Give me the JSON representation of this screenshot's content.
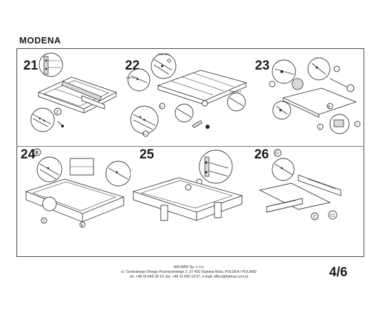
{
  "document": {
    "title": "MODENA",
    "page_number": "4/6"
  },
  "steps": [
    {
      "number": "21",
      "labels": [
        "Z"
      ]
    },
    {
      "number": "22",
      "labels": [
        "Step 22.1",
        "Step 22.2",
        "Step 22.3",
        "Z2",
        "Z3"
      ]
    },
    {
      "number": "23",
      "labels": [
        "B",
        "I",
        "I"
      ]
    },
    {
      "number": "24",
      "labels": [
        "B",
        "Y",
        "B"
      ]
    },
    {
      "number": "25",
      "labels": []
    },
    {
      "number": "26",
      "labels": [
        "Z2",
        "C",
        "C1"
      ]
    }
  ],
  "footer": {
    "company": "HALMAR Sp. z o.o.",
    "address": "ul. Centralnego Okręgu Przemysłowego 2, 37-450 Stalowa Wola, POLSKA / POLAND",
    "contact": "tel. +48 15 843 28 10, fax. +48 15 842 19 57, e-mail: office@halmar.com.pl"
  }
}
